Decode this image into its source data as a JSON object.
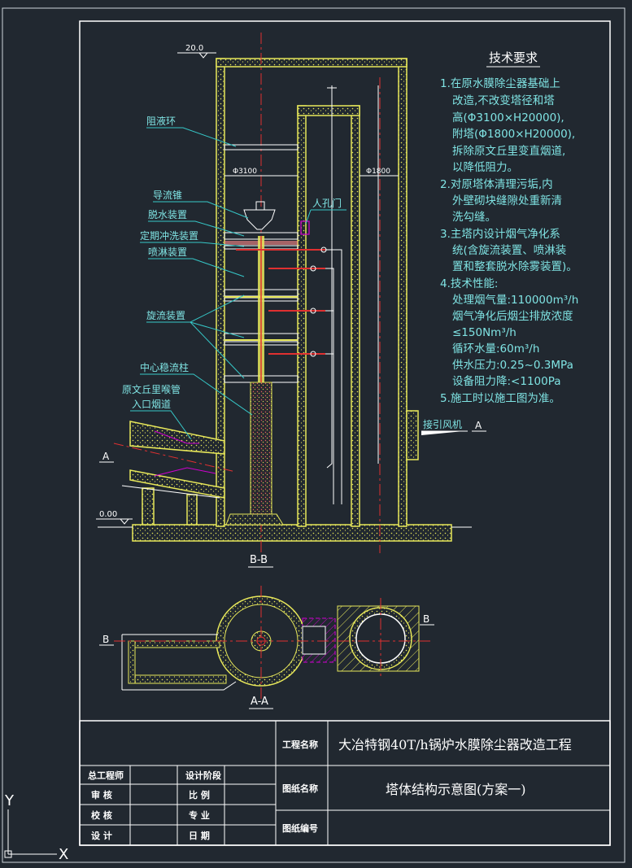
{
  "labels": {
    "elev_top": "20.0",
    "elev_bottom": "0.00",
    "dia_main": "Φ3100",
    "dia_aux": "Φ1800",
    "ring": "阻液环",
    "cone": "导流锥",
    "dewater": "脱水装置",
    "flush": "定期冲洗装置",
    "spray": "喷淋装置",
    "cyclone": "旋流装置",
    "center": "中心稳流柱",
    "venturi_1": "原文丘里喉管",
    "venturi_2": "入口烟道",
    "manhole": "人孔门",
    "fan": "接引风机",
    "sec_a": "A",
    "sec_b": "B",
    "section_bb": "B-B",
    "section_aa": "A-A"
  },
  "tech": {
    "title": "技术要求",
    "lines": [
      "1.在原水膜除尘器基础上",
      "改造,不改变塔径和塔",
      "高(Φ3100×H20000),",
      "附塔(Φ1800×H20000),",
      "拆除原文丘里变直烟道,",
      "以降低阻力。",
      "2.对原塔体清理污垢,内",
      "外壁砌块缝隙处重新清",
      "洗勾缝。",
      "3.主塔内设计烟气净化系",
      "统(含旋流装置、喷淋装",
      "置和整套脱水除雾装置)。",
      "4.技术性能:",
      "处理烟气量:110000m³/h",
      "烟气净化后烟尘排放浓度",
      "≤150Nm³/h",
      "循环水量:60m³/h",
      "供水压力:0.25~0.3MPa",
      "设备阻力降:<1100Pa",
      "5.施工时以施工图为准。"
    ]
  },
  "titleblock": {
    "project_label": "工程名称",
    "project_name": "大冶特钢40T/h锅炉水膜除尘器改造工程",
    "drawing_label": "图纸名称",
    "drawing_name": "塔体结构示意图(方案一)",
    "number_label": "图纸编号",
    "r1a": "总工程师",
    "r1b": "设计阶段",
    "r2a": "审  核",
    "r2b": "比  例",
    "r3a": "校  核",
    "r3b": "专  业",
    "r4a": "设  计",
    "r4b": "日  期"
  },
  "axis": {
    "y": "Y",
    "x": "X"
  },
  "colors": {
    "background": "#212830",
    "wall": "#e8e85a",
    "leader": "#36c8c8",
    "center": "#e03030",
    "pipe": "#d000d0",
    "text": "#7fe3e3"
  }
}
